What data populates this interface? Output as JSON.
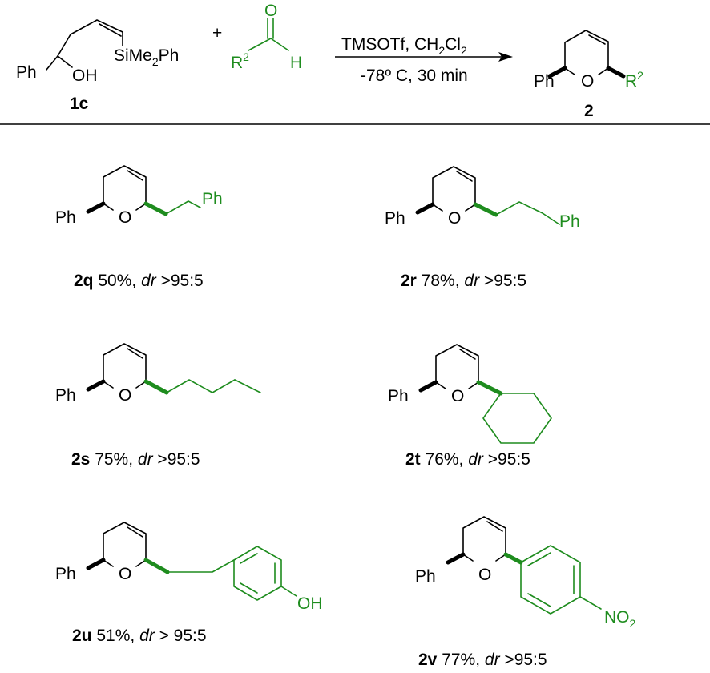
{
  "colors": {
    "reagent": "#1e8c1e",
    "ink": "#000000",
    "background": "#ffffff"
  },
  "reaction": {
    "reactant": {
      "ph": "Ph",
      "oh": "OH",
      "si_main": "SiMe",
      "si_sub": "2",
      "si_tail": "Ph",
      "label": "1c"
    },
    "plus": "+",
    "aldehyde": {
      "o": "O",
      "r": "R",
      "r_sup": "2",
      "h": "H"
    },
    "conditions": {
      "line1_main": "TMSOTf, CH",
      "line1_sub1": "2",
      "line1_mid": "Cl",
      "line1_sub2": "2",
      "line2": "-78º C, 30 min"
    },
    "product": {
      "ph": "Ph",
      "o": "O",
      "r": "R",
      "r_sup": "2",
      "label": "2"
    }
  },
  "products": [
    {
      "id": "2q",
      "ph": "Ph",
      "o": "O",
      "substituent": "Ph",
      "yield": " 50%, ",
      "dr_label": "dr",
      "dr_value": " >95:5"
    },
    {
      "id": "2r",
      "ph": "Ph",
      "o": "O",
      "substituent": "Ph",
      "yield": " 78%, ",
      "dr_label": "dr",
      "dr_value": " >95:5"
    },
    {
      "id": "2s",
      "ph": "Ph",
      "o": "O",
      "yield": " 75%, ",
      "dr_label": "dr",
      "dr_value": " >95:5"
    },
    {
      "id": "2t",
      "ph": "Ph",
      "o": "O",
      "yield": " 76%, ",
      "dr_label": "dr",
      "dr_value": " >95:5"
    },
    {
      "id": "2u",
      "ph": "Ph",
      "o": "O",
      "substituent": "OH",
      "yield": " 51%, ",
      "dr_label": "dr",
      "dr_value": " > 95:5"
    },
    {
      "id": "2v",
      "ph": "Ph",
      "o": "O",
      "substituent_main": "NO",
      "substituent_sub": "2",
      "yield": " 77%, ",
      "dr_label": "dr",
      "dr_value": " >95:5"
    }
  ]
}
